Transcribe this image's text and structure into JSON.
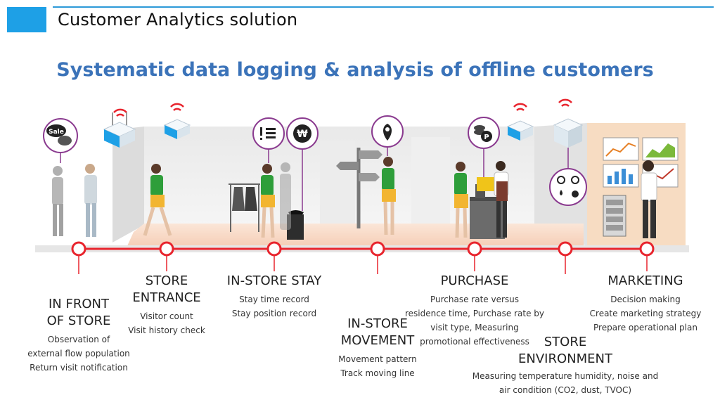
{
  "header": {
    "title": "Customer Analytics solution"
  },
  "main_title": "Systematic data logging & analysis of offline customers",
  "icons": {
    "sale_bubble": "Sale"
  },
  "stages": [
    {
      "title_lines": [
        "IN FRONT",
        "OF STORE"
      ],
      "desc_lines": [
        "Observation of",
        "external flow population",
        "Return visit notification"
      ]
    },
    {
      "title_lines": [
        "STORE",
        "ENTRANCE"
      ],
      "desc_lines": [
        "Visitor count",
        "Visit history check"
      ]
    },
    {
      "title_lines": [
        "IN-STORE STAY"
      ],
      "desc_lines": [
        "Stay time record",
        "Stay position record"
      ]
    },
    {
      "title_lines": [
        "IN-STORE",
        "MOVEMENT"
      ],
      "desc_lines": [
        "Movement pattern",
        "Track moving line"
      ]
    },
    {
      "title_lines": [
        "PURCHASE"
      ],
      "desc_lines": [
        "Purchase rate versus",
        "residence time, Purchase rate by",
        "visit type, Measuring",
        "promotional effectiveness"
      ]
    },
    {
      "title_lines": [
        "STORE",
        "ENVIRONMENT"
      ],
      "desc_lines": [
        "Measuring temperature humidity, noise and",
        "air condition (CO2, dust, TVOC)"
      ]
    },
    {
      "title_lines": [
        "MARKETING"
      ],
      "desc_lines": [
        "Decision making",
        "Create marketing strategy",
        "Prepare operational plan"
      ]
    }
  ],
  "colors": {
    "brand_blue": "#1ea0e6",
    "title_blue": "#3b73b9",
    "timeline_red": "#e8242d",
    "icon_purple": "#8a3a8f",
    "floor_peach": "#f8d7c4",
    "shirt_green": "#2e9e3a",
    "pants_yellow": "#f2b531"
  }
}
